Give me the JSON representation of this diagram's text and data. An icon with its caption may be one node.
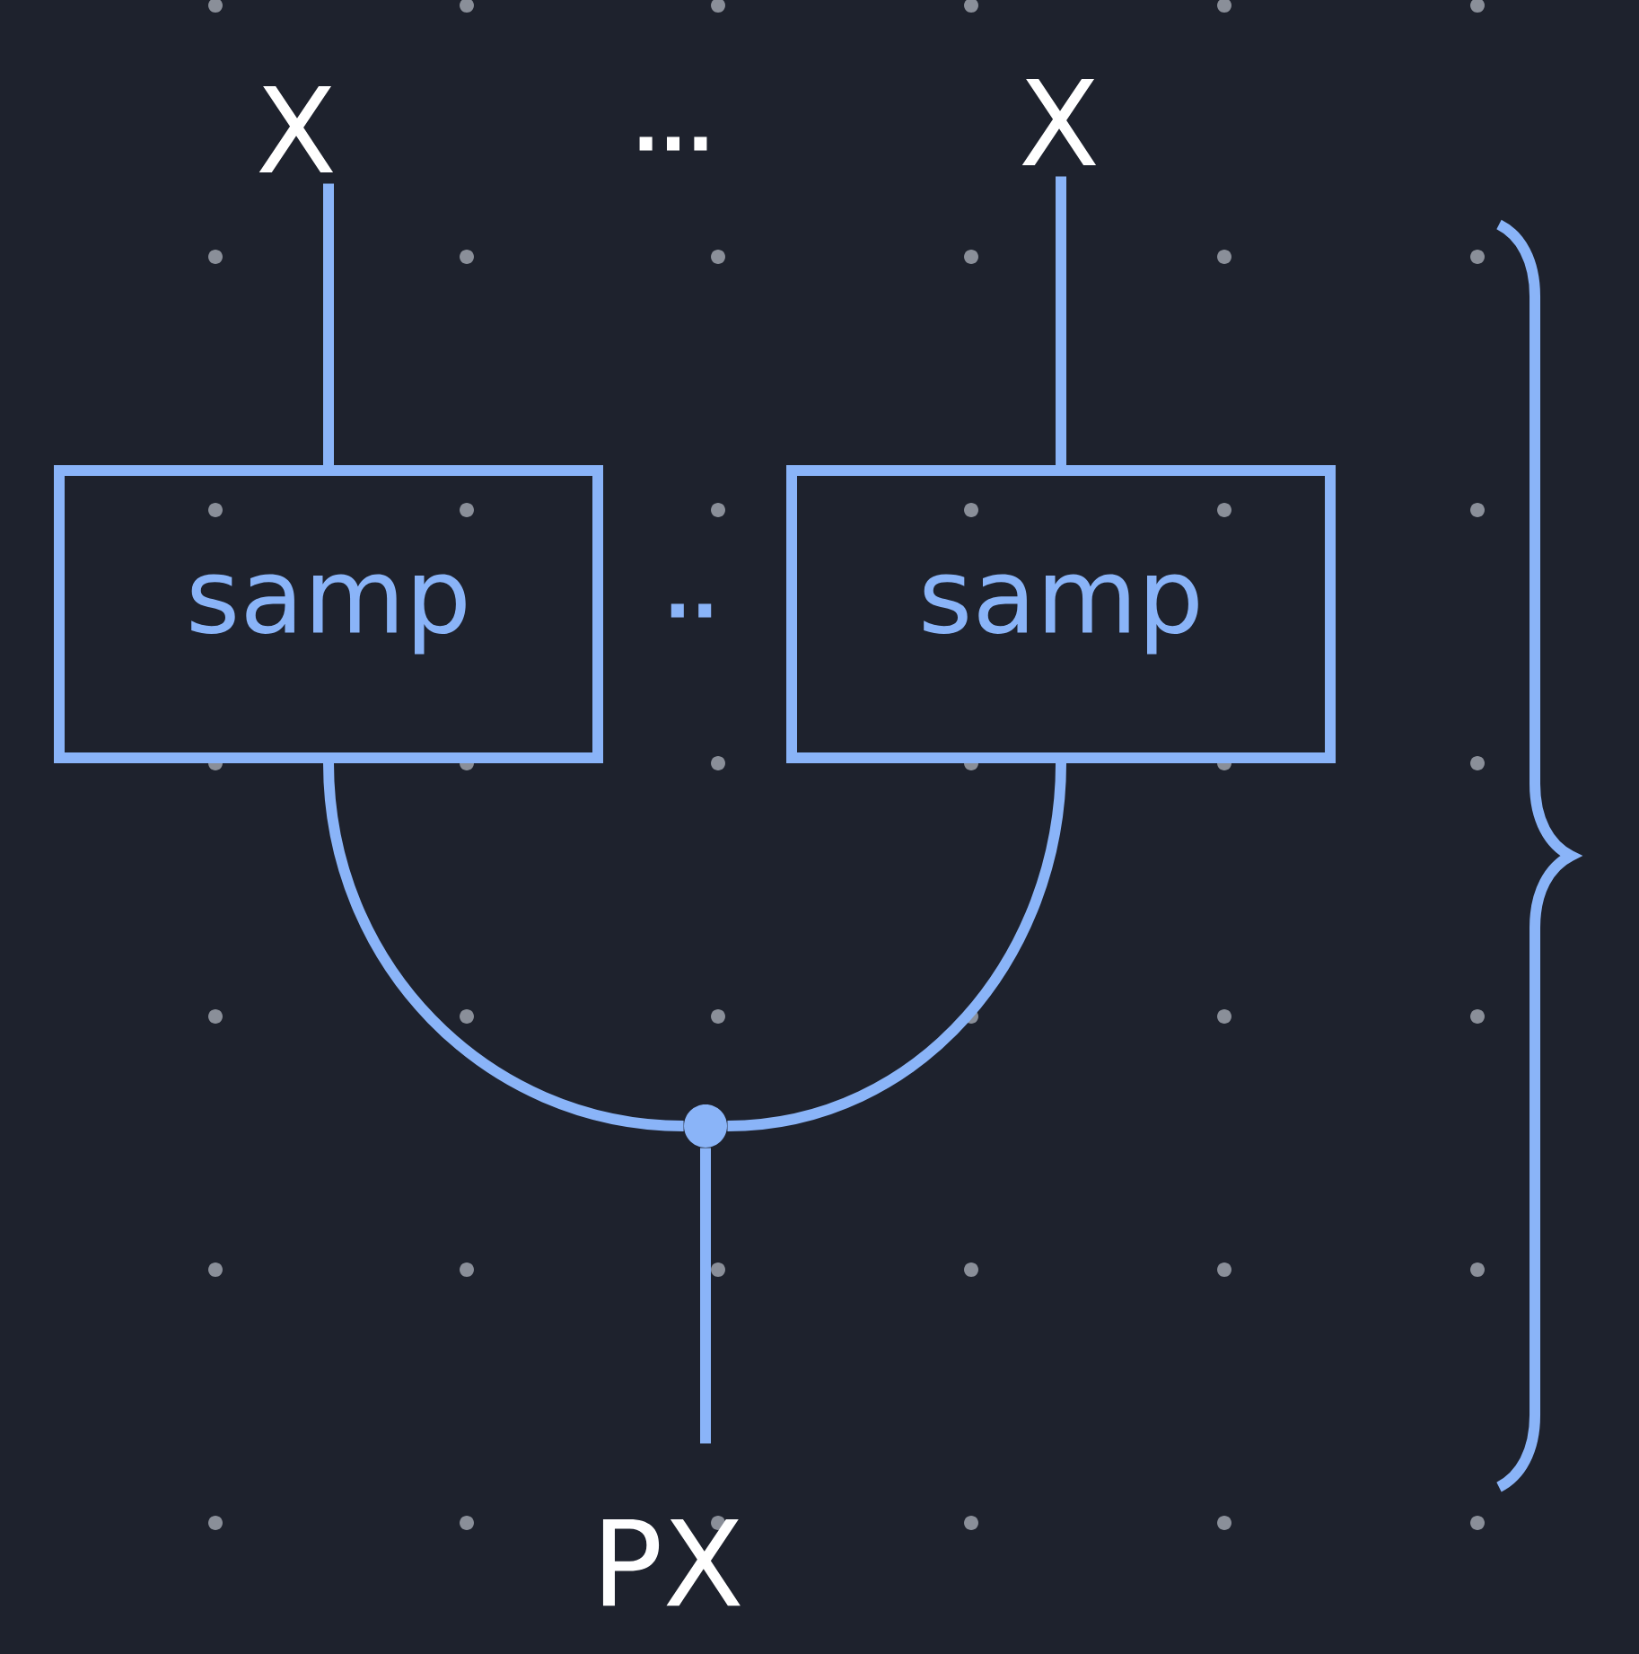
{
  "diagram": {
    "nodes": [
      {
        "text": [
          "X"
        ]
      },
      {
        "text": [
          "X"
        ]
      },
      {
        "text": [
          "samp"
        ]
      },
      {
        "text": [
          "samp"
        ]
      },
      {
        "text": [],
        "shape": "circle"
      },
      {
        "text": [
          "PX"
        ]
      }
    ],
    "edges": [
      {
        "from": 0,
        "to": 2,
        "arrow": "none"
      },
      {
        "from": 1,
        "to": 3,
        "arrow": "none"
      },
      {
        "from": 2,
        "to": 4,
        "arrow": "none"
      },
      {
        "from": 3,
        "to": 4,
        "arrow": "none"
      },
      {
        "from": 4,
        "to": 5,
        "arrow": "none"
      }
    ],
    "labels": [
      "...",
      ".."
    ]
  }
}
